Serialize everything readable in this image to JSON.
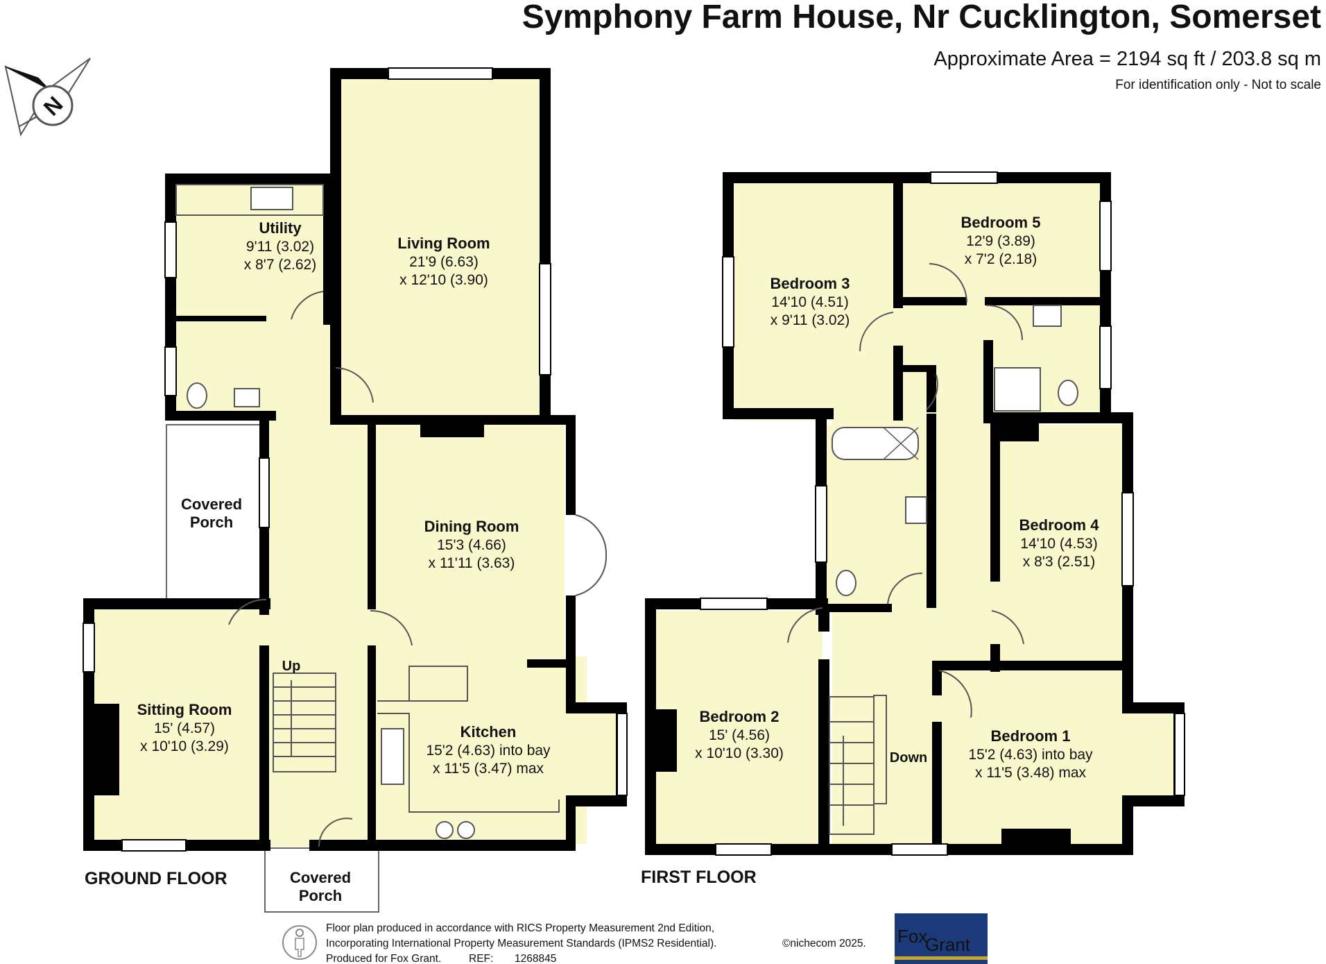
{
  "header": {
    "title": "Symphony Farm House, Nr Cucklington, Somerset",
    "area": "Approximate Area = 2194 sq ft / 203.8 sq m",
    "note": "For identification only - Not to scale"
  },
  "compass": {
    "letter": "N"
  },
  "floors": {
    "ground": "GROUND FLOOR",
    "first": "FIRST FLOOR"
  },
  "rooms": {
    "utility": {
      "name": "Utility",
      "d1": "9'11 (3.02)",
      "d2": "x 8'7 (2.62)"
    },
    "living": {
      "name": "Living Room",
      "d1": "21'9 (6.63)",
      "d2": "x 12'10 (3.90)"
    },
    "covered_porch_side": {
      "name1": "Covered",
      "name2": "Porch"
    },
    "dining": {
      "name": "Dining Room",
      "d1": "15'3 (4.66)",
      "d2": "x 11'11 (3.63)"
    },
    "sitting": {
      "name": "Sitting Room",
      "d1": "15' (4.57)",
      "d2": "x 10'10 (3.29)"
    },
    "kitchen": {
      "name": "Kitchen",
      "d1": "15'2 (4.63) into bay",
      "d2": "x 11'5 (3.47) max"
    },
    "covered_porch_front": {
      "name1": "Covered",
      "name2": "Porch"
    },
    "bedroom3": {
      "name": "Bedroom 3",
      "d1": "14'10 (4.51)",
      "d2": "x 9'11 (3.02)"
    },
    "bedroom5": {
      "name": "Bedroom 5",
      "d1": "12'9 (3.89)",
      "d2": "x 7'2 (2.18)"
    },
    "bedroom4": {
      "name": "Bedroom 4",
      "d1": "14'10 (4.53)",
      "d2": "x 8'3 (2.51)"
    },
    "bedroom2": {
      "name": "Bedroom 2",
      "d1": "15' (4.56)",
      "d2": "x 10'10 (3.30)"
    },
    "bedroom1": {
      "name": "Bedroom 1",
      "d1": "15'2 (4.63) into bay",
      "d2": "x 11'5 (3.48) max"
    }
  },
  "stairs": {
    "up": "Up",
    "down": "Down"
  },
  "footer": {
    "line1": "Floor plan produced in accordance with RICS Property Measurement 2nd Edition,",
    "line2": "Incorporating International Property Measurement Standards (IPMS2 Residential).",
    "copyright": "©nichecom 2025.",
    "produced": "Produced for Fox Grant.",
    "ref_label": "REF:",
    "ref": "1268845"
  },
  "logo": {
    "word1": "Fox",
    "word2": "Grant"
  },
  "colors": {
    "room_fill": "#f8f8cc",
    "wall": "#000000",
    "logo_bg": "#1c3a7a",
    "logo_stripe": "#c8a52a"
  }
}
